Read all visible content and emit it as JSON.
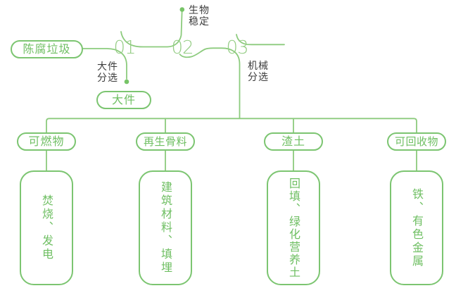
{
  "flow": {
    "source_label": "陈腐垃圾",
    "bulky_pill_label": "大件",
    "stations": [
      {
        "number": "01",
        "branch_label": "大件\n分选"
      },
      {
        "number": "02",
        "branch_label": "生物\n稳定"
      },
      {
        "number": "03",
        "branch_label": "机械\n分选"
      }
    ]
  },
  "columns": [
    {
      "pill_label": "可燃物",
      "box_text": "焚烧、发电"
    },
    {
      "pill_label": "再生骨料",
      "box_text": "建筑材料、填埋"
    },
    {
      "pill_label": "渣土",
      "box_text": "回填、绿化营养土"
    },
    {
      "pill_label": "可回收物",
      "box_text": "铁、有色金属"
    }
  ],
  "colors": {
    "line_green": "#8ccb7d",
    "pill_border_green": "#7cc571",
    "text_green": "#6fbf63",
    "number_green": "#95cd85",
    "dot_green": "#77c467",
    "label_dark": "#3c3c3c",
    "background": "#ffffff"
  }
}
